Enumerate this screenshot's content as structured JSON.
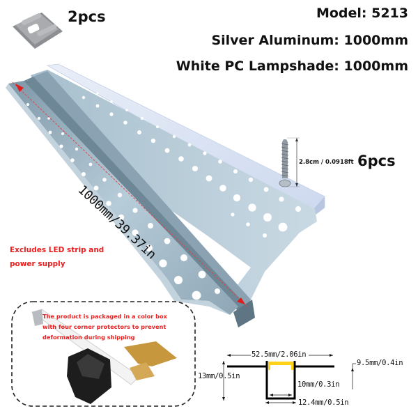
{
  "header": {
    "model": "Model: 5213",
    "aluminum": "Silver Aluminum: 1000mm",
    "lampshade": "White PC Lampshade: 1000mm"
  },
  "end_cap": {
    "icon": "end-cap-icon",
    "quantity": "2pcs"
  },
  "screw": {
    "icon": "screw-icon",
    "length": "2.8cm / 0.0918ft",
    "quantity": "6pcs"
  },
  "profile": {
    "length_label": "1000mm/39.37in"
  },
  "notes": {
    "excludes": "Excludes LED strip and power supply",
    "packaging": [
      "The product is packaged in a color box",
      "with four corner protectors to prevent",
      "deformation during shipping"
    ]
  },
  "cross_section": {
    "width_total": "52.5mm/2.06in",
    "height_total": "13mm/0.5in",
    "height_inner": "9.5mm/0.4in",
    "width_inner": "10mm/0.3in",
    "width_channel": "12.4mm/0.5in"
  },
  "colors": {
    "text": "#111111",
    "accent_red": "#ee1c1c",
    "aluminum": "#a9c0cf",
    "lampshade": "#dfe7f6",
    "led_yellow": "#ffd21a"
  }
}
